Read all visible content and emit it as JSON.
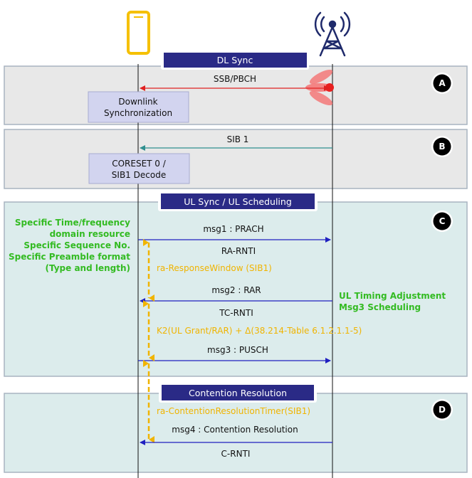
{
  "headers": {
    "dl_sync": "DL Sync",
    "ul_sync": "UL Sync / UL Scheduling",
    "contention": "Contention Resolution"
  },
  "sections": [
    "A",
    "B",
    "C",
    "D"
  ],
  "messages": {
    "ssb": "SSB/PBCH",
    "sib1": "SIB 1",
    "msg1": "msg1 : PRACH",
    "ra_rnti": "RA-RNTI",
    "msg2": "msg2 : RAR",
    "tc_rnti": "TC-RNTI",
    "msg3": "msg3 : PUSCH",
    "msg4": "msg4 : Contention Resolution",
    "c_rnti": "C-RNTI"
  },
  "boxes": {
    "dl_sync_line1": "Downlink",
    "dl_sync_line2": "Synchronization",
    "coreset_line1": "CORESET 0 /",
    "coreset_line2": "SIB1 Decode"
  },
  "ue_notes": [
    "Specific Time/frequency",
    "domain resource",
    "Specific Sequence No.",
    "Specific Preamble format",
    "(Type and length)"
  ],
  "gnb_notes": [
    "UL Timing Adjustment",
    "Msg3 Scheduling"
  ],
  "timers": {
    "ra_window": "ra-ResponseWindow (SIB1)",
    "k2": "K2(UL Grant/RAR) + Δ(38.214-Table 6.1.2.1.1-5)",
    "contention_timer": "ra-ContentionResolutionTimer(SIB1)"
  },
  "colors": {
    "section_gray": "#e8e8e8",
    "section_teal": "#dcecec",
    "header_navy": "#2a2a86",
    "box_lavender": "#d2d4ef",
    "note_green": "#33bb22",
    "timer_yellow": "#f0b400",
    "arrow_red": "#e02020",
    "arrow_teal": "#2f8f8f",
    "arrow_blue": "#2020c0",
    "phone_yellow": "#f5c000",
    "tower_navy": "#1f2a6b"
  },
  "icons": {
    "ue": "smartphone-icon",
    "gnb": "cell-tower-icon"
  }
}
